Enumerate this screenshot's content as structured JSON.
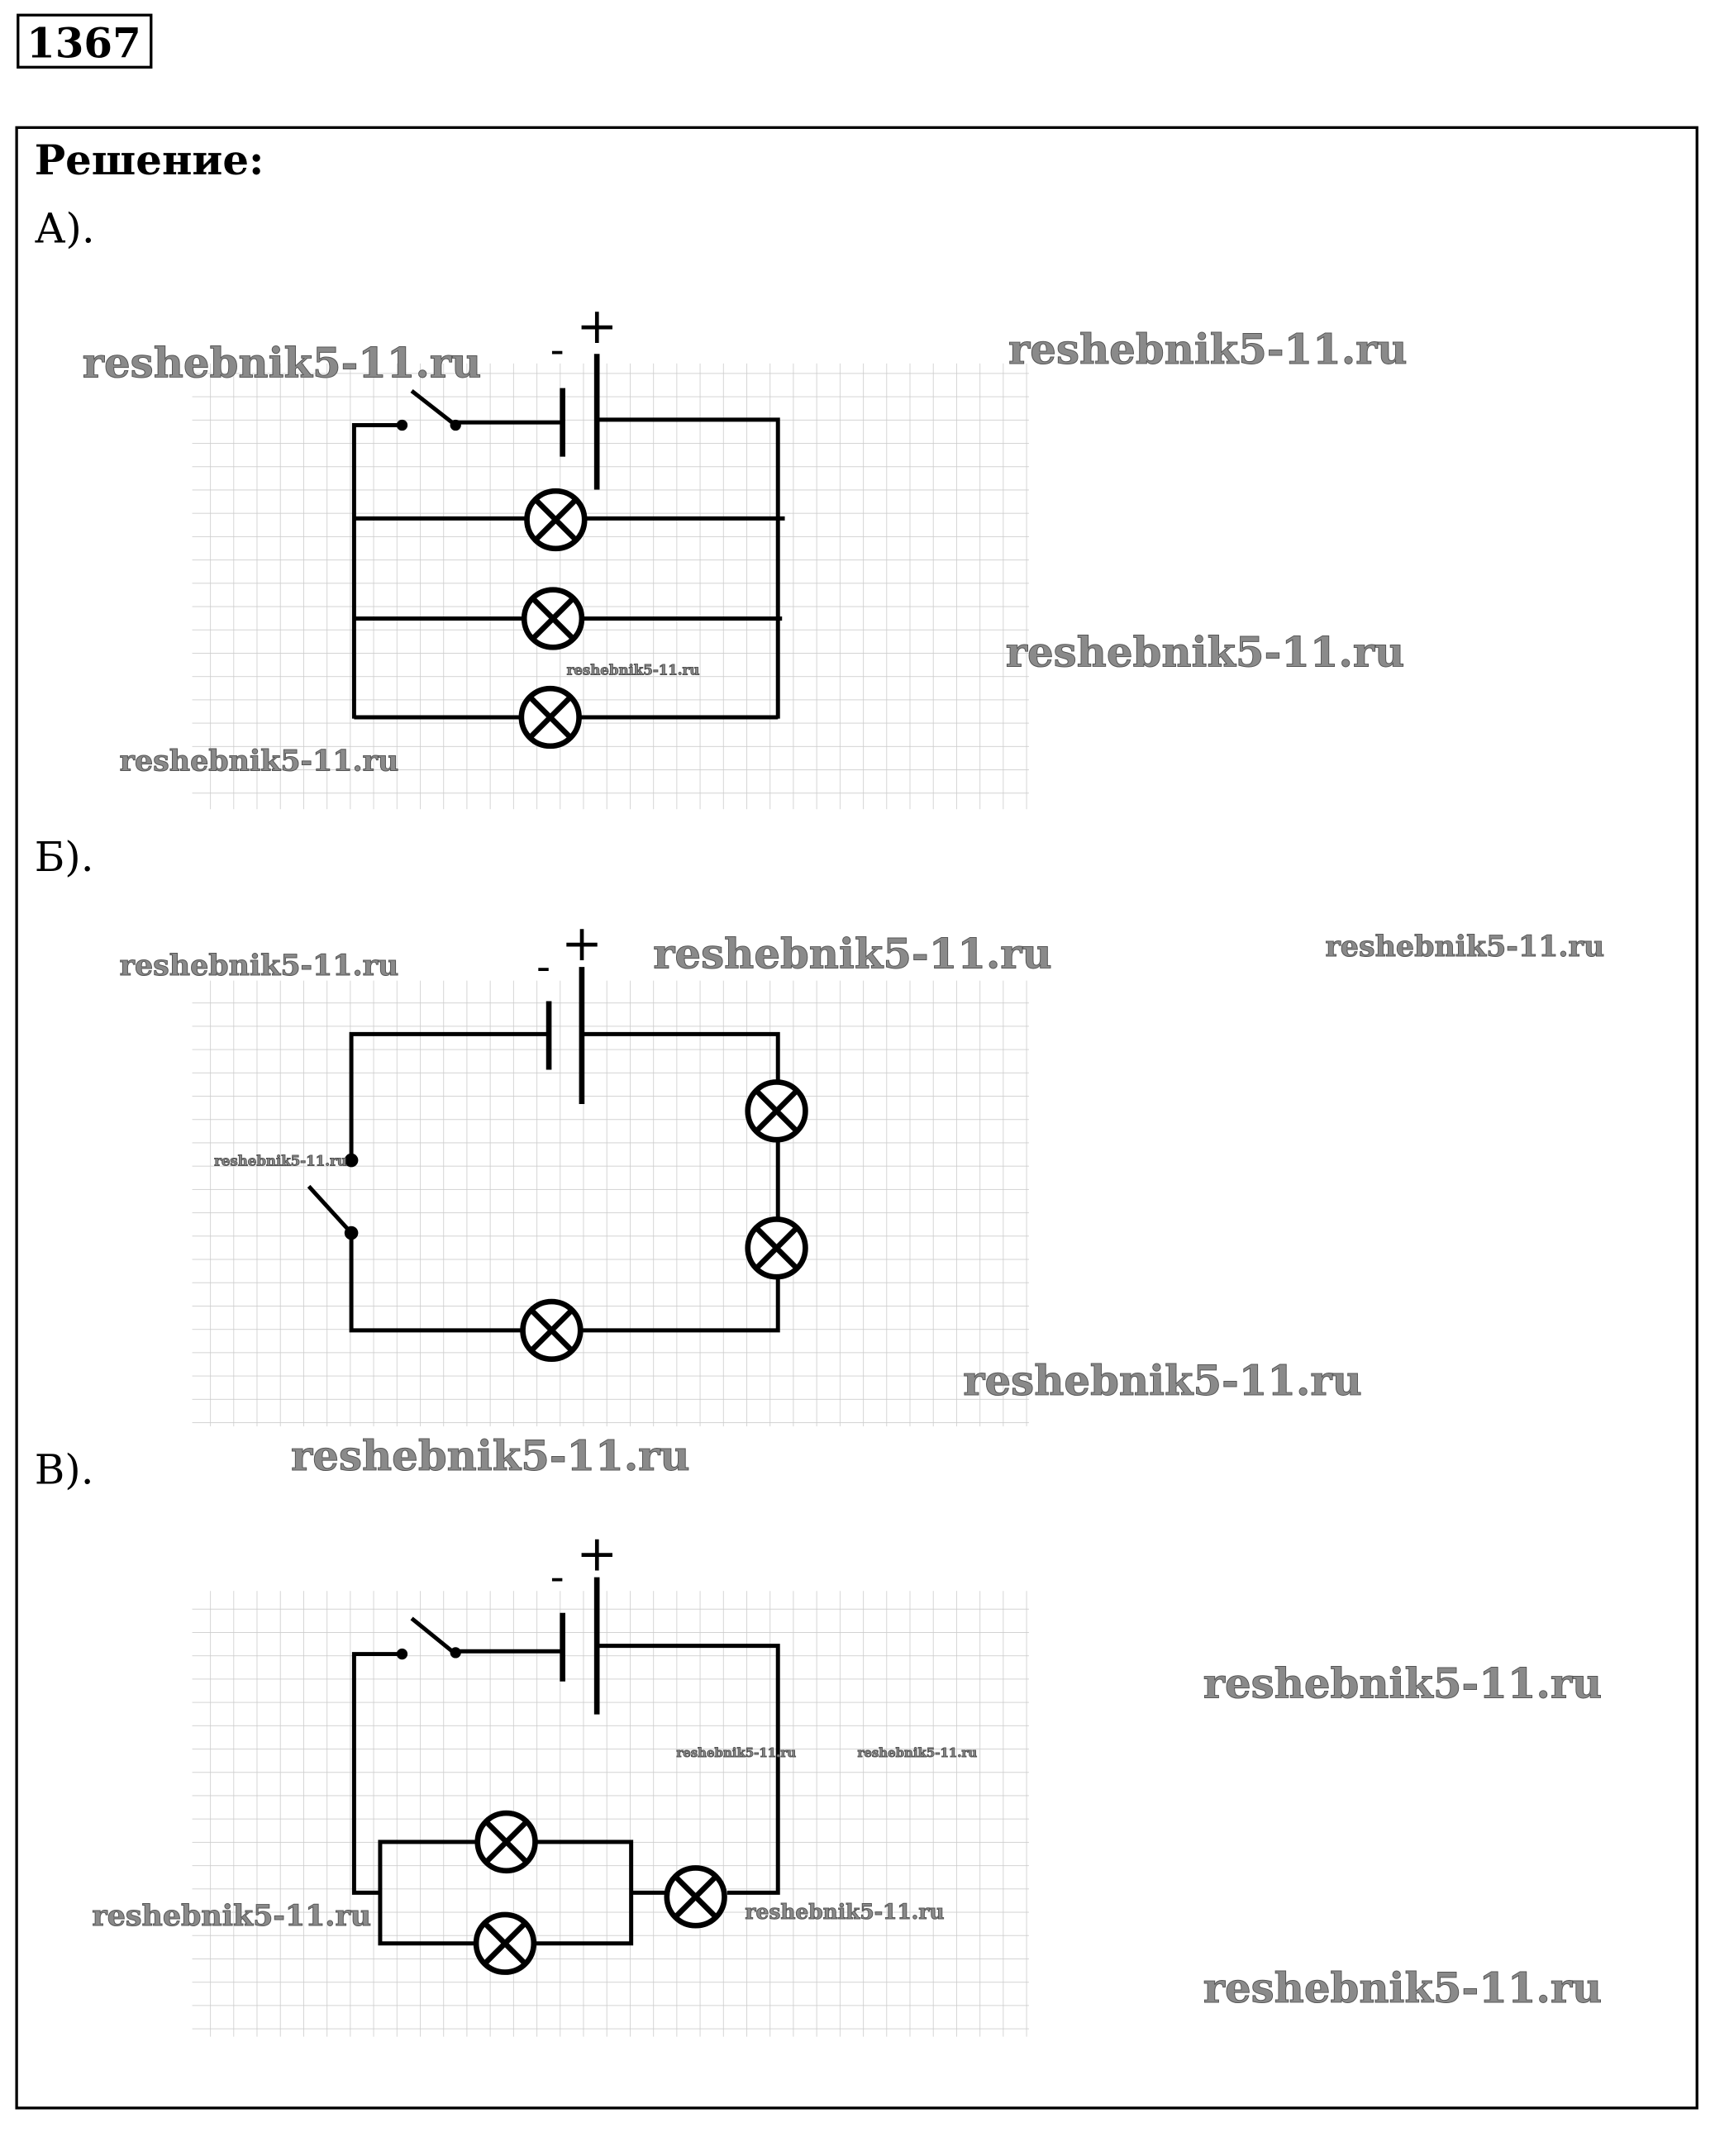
{
  "problem_number": "1367",
  "heading": "Решение:",
  "parts": [
    {
      "label": "А).",
      "minus": "-",
      "plus": "+"
    },
    {
      "label": "Б).",
      "minus": "-",
      "plus": "+"
    },
    {
      "label": "В).",
      "minus": "-",
      "plus": "+"
    }
  ],
  "watermark": "reshebnik5-11.ru"
}
